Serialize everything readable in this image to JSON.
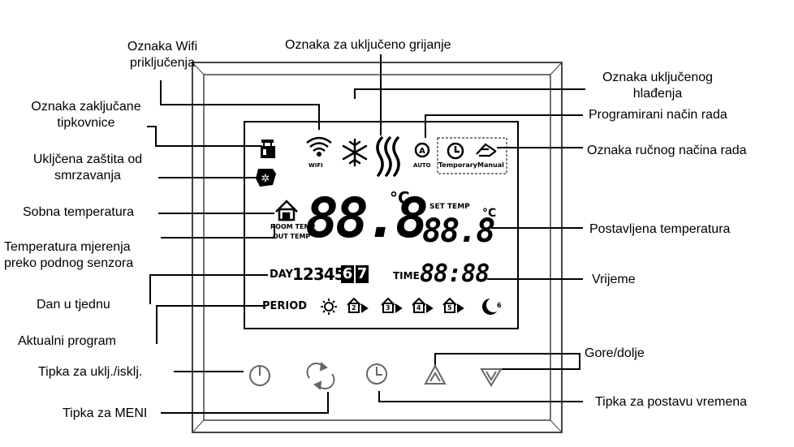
{
  "labels": {
    "wifi": "Oznaka Wifi priključenja",
    "heating": "Oznaka za uključeno grijanje",
    "cooling": "Oznaka uključenog hlađenja",
    "programmed": "Programirani način rada",
    "manual": "Oznaka ručnog načina rada",
    "keylock": "Oznaka zaključane tipkovnice",
    "frost": "Ukljčena zaštita od smrzavanja",
    "room_temp": "Sobna temperatura",
    "floor_temp": "Temperatura mjerenja preko podnog senzora",
    "day": "Dan u tjednu",
    "program": "Aktualni program",
    "power": "Tipka za uklj./isklj.",
    "menu": "Tipka za MENI",
    "set_temp": "Postavljena temperatura",
    "time": "Vrijeme",
    "updown": "Gore/dolje",
    "time_button": "Tipka za postavu vremena"
  },
  "label_lines": {
    "wifi": [
      "Oznaka Wifi",
      "priključenja"
    ],
    "cooling": [
      "Oznaka uključenog",
      "hlađenja"
    ],
    "keylock": [
      "Oznaka zaključane",
      "tipkovnice"
    ],
    "frost": [
      "Ukljčena zaštita od",
      "smrzavanja"
    ],
    "floor_temp": [
      "Temperatura mjerenja",
      "preko podnog senzora"
    ]
  },
  "display": {
    "wifi_text": "WIFI",
    "auto_text": "AUTO",
    "temporary_text": "Temporary",
    "manual_text": "Manual",
    "room_temp_text": "ROOM TEMP",
    "out_temp_text": "OUT TEMP",
    "main_digits": "88.8",
    "unit": "°C",
    "set_temp_text": "SET TEMP",
    "set_digits": "88.8",
    "day_text": "DAY",
    "days_plain": "12345",
    "days_inverted": [
      "6",
      "7"
    ],
    "time_text": "TIME",
    "time_digits": "88:88",
    "period_text": "PERIOD",
    "period_numbers": [
      "2",
      "3",
      "4",
      "5",
      "6"
    ]
  },
  "colors": {
    "ink": "#000000",
    "frame": "#444444",
    "background": "#ffffff"
  }
}
